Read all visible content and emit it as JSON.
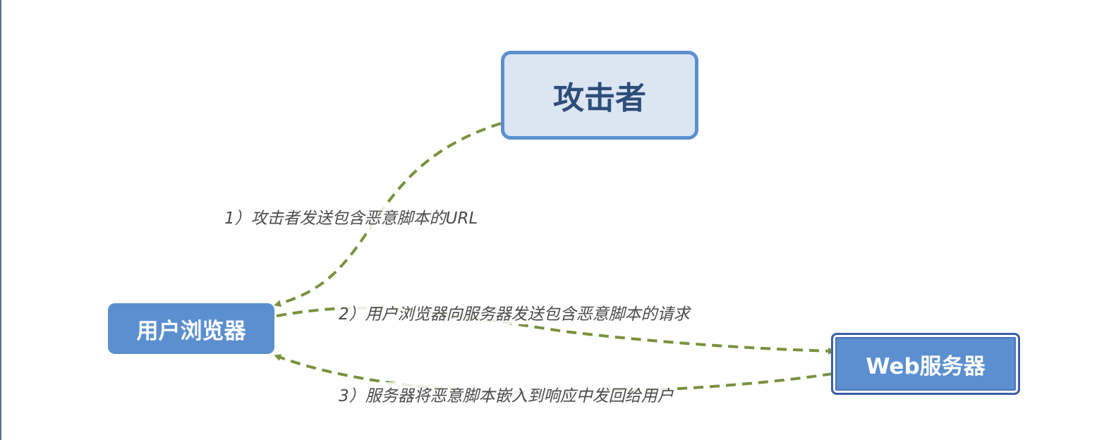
{
  "nodes": {
    "attacker": "攻击者",
    "browser": "用户浏览器",
    "server": "Web服务器"
  },
  "steps": {
    "step1": "1）攻击者发送包含恶意脚本的URL",
    "step2": "2）用户浏览器向服务器发送包含恶意脚本的请求",
    "step3": "3）服务器将恶意脚本嵌入到响应中发回给用户"
  },
  "colors": {
    "arrow": "#77923c",
    "node_fill": "#5b8fd0",
    "attacker_fill": "#dce6f3",
    "attacker_text": "#2e4d7a"
  }
}
